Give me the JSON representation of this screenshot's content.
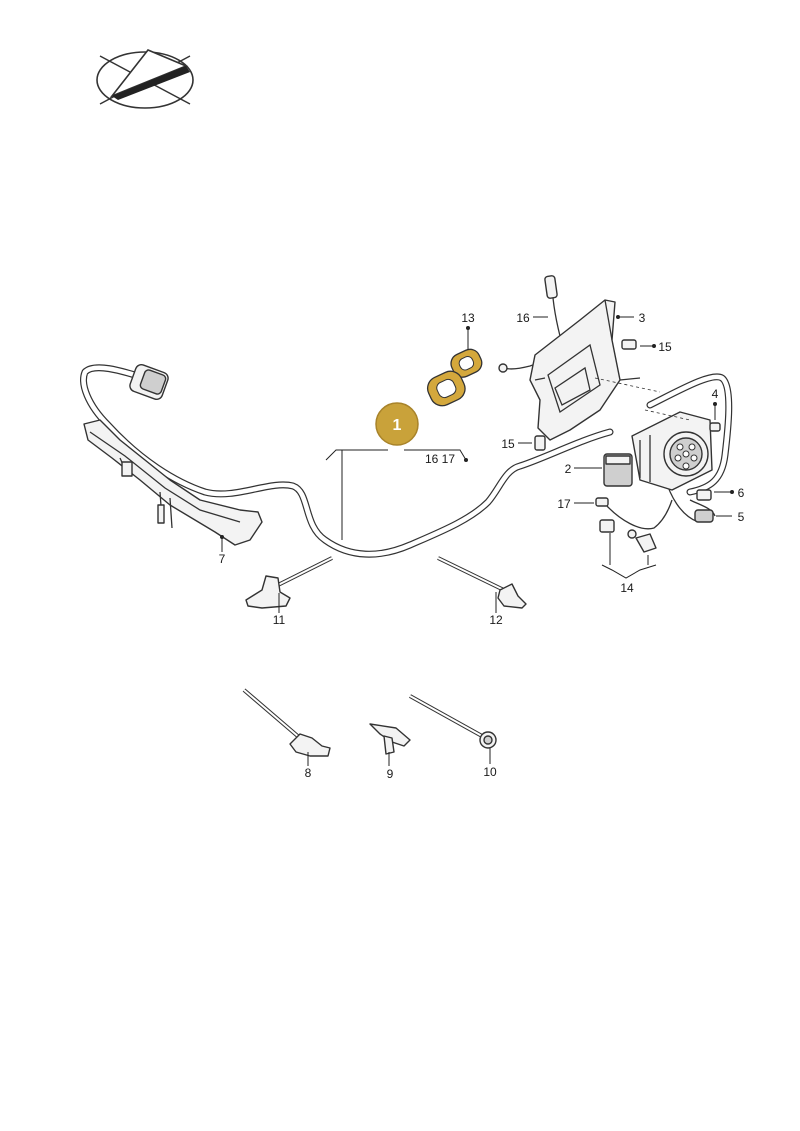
{
  "diagram": {
    "badge": {
      "label": "1",
      "color": "#c9a23a"
    },
    "highlight_color": "#d4a83c",
    "callouts": {
      "main_refs": "16 17",
      "p2": "2",
      "p3": "3",
      "p4": "4",
      "p5": "5",
      "p6": "6",
      "p7": "7",
      "p8": "8",
      "p9": "9",
      "p10": "10",
      "p11": "11",
      "p12": "12",
      "p13": "13",
      "p14": "14",
      "p15a": "15",
      "p15b": "15",
      "p16": "16",
      "p17": "17"
    }
  }
}
